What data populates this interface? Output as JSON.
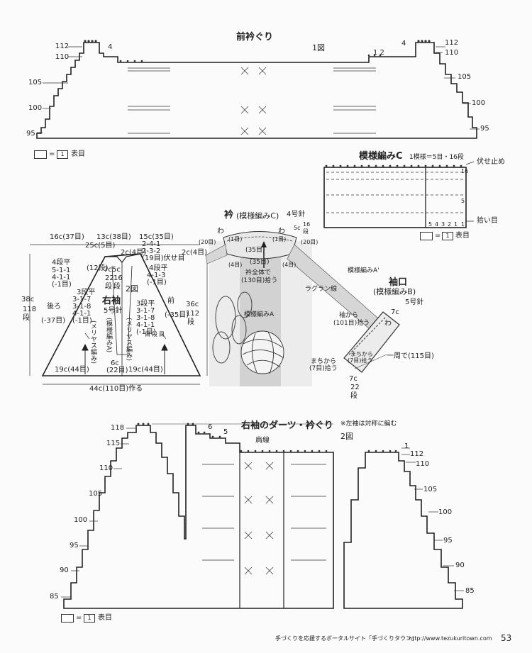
{
  "chart1": {
    "title": "前衿ぐり",
    "fig": "1図",
    "labels_left": [
      "112",
      "110",
      "105",
      "100",
      "95"
    ],
    "labels_right": [
      "112",
      "110",
      "105",
      "100",
      "95"
    ],
    "top_left": "4",
    "top_right": "4",
    "mark12": "1 2",
    "legend_eq": "=",
    "legend_sym": "1",
    "legend_text": "表目"
  },
  "chartC": {
    "title": "模様編みC",
    "repeat": "1模様＝5目・16段",
    "bind_off": "伏せ止め",
    "pick_up": "拾い目",
    "rows_right": [
      "16",
      "5",
      "1"
    ],
    "cols_bottom": [
      "5",
      "4",
      "3",
      "2",
      "1"
    ],
    "legend_eq": "=",
    "legend_sym": "1",
    "legend_text": "表目"
  },
  "sleeve": {
    "top_left": "16c(37目)",
    "top_mid": "13c(38目)",
    "top_right": "15c(35目)",
    "c25": "25c(5目)",
    "c2": "2c(4目)",
    "dec_right": [
      "2-4-1",
      "2-3-2",
      "(19目)伏せ目"
    ],
    "dec_left_title": "4段平",
    "dec_left": [
      "5-1-1",
      "4-1-1",
      "(-1目)"
    ],
    "c7c": "7c",
    "c5c": "5c",
    "c12dan": "(12段)",
    "c22": "22",
    "c16": "16",
    "dan": "段",
    "dan2": "段",
    "fig2": "2図",
    "dec_r2_title": "4段平",
    "dec_r2": [
      "4-1-3",
      "(-1目)"
    ],
    "c2c4": "2c(4目)",
    "c38": "38c",
    "c118": "118",
    "c118dan": "段",
    "back": "後ろ",
    "front": "前",
    "name": "右袖",
    "needle": "5号針",
    "sl_l_title": "3段平",
    "sl_l": [
      "3-1-7",
      "3-1-8",
      "4-1-1"
    ],
    "minus1": "(-1目)",
    "minus37": "(-37目)",
    "sl_r_title": "3段平",
    "sl_r": [
      "3-1-7",
      "3-1-8",
      "4-1-1"
    ],
    "minus35": "(-35目)",
    "minus1r": "(-1目)",
    "pattern_a": "(模様編みA)",
    "meriyasu_l": "(メリヤス編み)",
    "meriyasu_r": "(メリヤス編み)",
    "c6c": "6c",
    "c22me": "(22目)",
    "c36": "36c",
    "c112": "112",
    "c112dan": "段",
    "bot_left": "19c(44目)",
    "bot_right": "19c(44目)",
    "bottom": "44c(110目)作る",
    "rows_labels": [
      "目",
      "段",
      "目"
    ]
  },
  "collar": {
    "title": "衿",
    "pattern": "(模様編みC)",
    "needle": "4号針",
    "c16": "16",
    "c5c": "5c",
    "dan": "段",
    "wa": "わ",
    "wa2": "わ",
    "m1": "(1目)",
    "m1b": "(1目)",
    "m20": "(20目)",
    "m20b": "(20目)",
    "m4": "(4目)",
    "m4b": "(4目)",
    "m35": "(35目)",
    "m35b": "(35目)",
    "center": "衿全体で",
    "center2": "(130目)拾う",
    "patternA": "模様編みA",
    "patternA2": "模様編みA'",
    "raglan": "ラグラン線"
  },
  "cuff": {
    "title": "袖口",
    "pattern": "(模様編みB)",
    "needle": "5号針",
    "c7c": "7c",
    "wa": "わ",
    "sleeve_from": "袖から",
    "sleeve_from2": "(101目)拾う",
    "machi": "まちから",
    "machi2": "(7目)拾う",
    "machi3": "まちから",
    "machi4": "(7目)拾う",
    "round": "一周で(115目)",
    "c7c2": "7c",
    "c22": "22",
    "dan": "段"
  },
  "chart2": {
    "title": "右袖のダーツ・衿ぐり",
    "note": "※左袖は対称に編む",
    "fig": "2図",
    "shoulder": "肩線",
    "labels_left": [
      "118",
      "115",
      "110",
      "105",
      "100",
      "95",
      "90",
      "85"
    ],
    "labels_right": [
      "112",
      "110",
      "105",
      "100",
      "95",
      "90",
      "85"
    ],
    "top_6": "6",
    "top_5": "5",
    "top_1": "1",
    "legend_eq": "=",
    "legend_sym": "1",
    "legend_text": "表目"
  },
  "footer": {
    "text": "手づくりを応援するポータルサイト「手づくりタウン」",
    "url": "http://www.tezukuritown.com",
    "page": "53"
  }
}
